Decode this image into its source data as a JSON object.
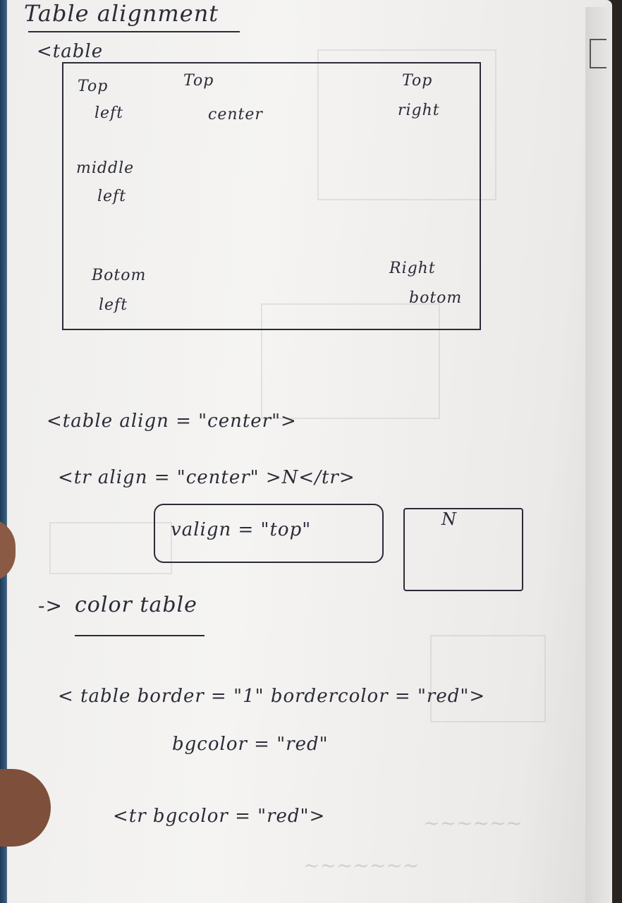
{
  "page": {
    "title": "Table alignment",
    "tag_open": "<table",
    "diagram": {
      "top_left": [
        "Top",
        "left"
      ],
      "top_center": [
        "Top",
        "center"
      ],
      "top_right": [
        "Top",
        "right"
      ],
      "middle_left": [
        "middle",
        "left"
      ],
      "bottom_left": [
        "Botom",
        "left"
      ],
      "bottom_right": [
        "Right",
        "botom"
      ]
    },
    "code_lines": {
      "table_align": "<table align = \"center\">",
      "tr_align": "<tr align = \"center\" >N</tr>",
      "valign": "valign = \"top\"",
      "box_label": "N"
    },
    "section2": {
      "heading": "color table",
      "arrow": "->"
    },
    "code2": {
      "line1": "< table border = \"1\"  bordercolor = \"red\">",
      "line2": "bgcolor = \"red\"",
      "line3": "<tr   bgcolor = \"red\">"
    }
  }
}
